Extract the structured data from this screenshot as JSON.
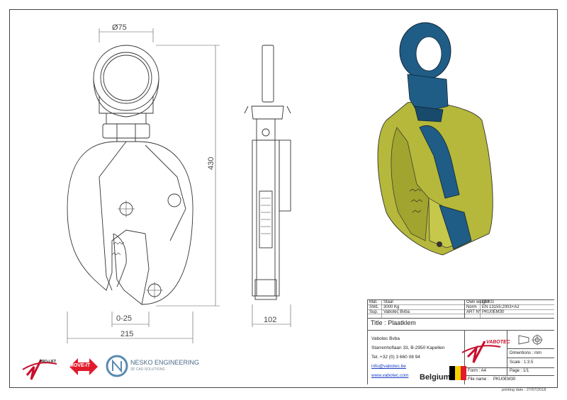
{
  "dimensions": {
    "ring_diameter": "Ø75",
    "height": "430",
    "jaw_opening": "0-25",
    "width": "215",
    "depth": "102"
  },
  "specs": [
    {
      "label": "Mat.",
      "value": "Staal"
    },
    {
      "label": "SWL",
      "value": "3000 Kg"
    },
    {
      "label": "Sup.",
      "value": "Vabotec Bvba"
    }
  ],
  "specs_right": [
    {
      "label": "Own weight",
      "value": "15 KG"
    },
    {
      "label": "Norm",
      "value": "EN 13155:2003+A2"
    },
    {
      "label": "ART N°",
      "value": "PKU0EM30"
    }
  ],
  "title": {
    "label": "Title :",
    "value": "Plaatklem"
  },
  "company": {
    "name": "Vabotec Bvba",
    "address": "Starrenhoflaan 33, B-2950 Kapellen",
    "phone": "Tel. +32 (0) 3 660 08 94",
    "email": "info@vabotec.be",
    "website": "www.vabotec.com"
  },
  "sheet_info": {
    "dimensions": "Dimentions : mm",
    "scale": "Scale : 1:3.5",
    "page": "Page : 1/1",
    "form": "Form : A4",
    "file_name_label": "File name :",
    "file_name": "PKU0EM30",
    "country": "Belgium"
  },
  "printing_date": "printing date : 27/07/2018",
  "logos": {
    "prolift": "PRO-LIFT",
    "moveit": "MOVE-IT",
    "nesko": "NESKO ENGINEERING",
    "nesko_sub": "3D CAD SOLUTIONS",
    "vabotec": "VABOTEC"
  },
  "colors": {
    "body_yellow": "#b5b83a",
    "ring_blue": "#1f5d86",
    "logo_red": "#c8102e",
    "flag_black": "#000000",
    "flag_yellow": "#f5d100",
    "flag_red": "#e21b2c"
  }
}
